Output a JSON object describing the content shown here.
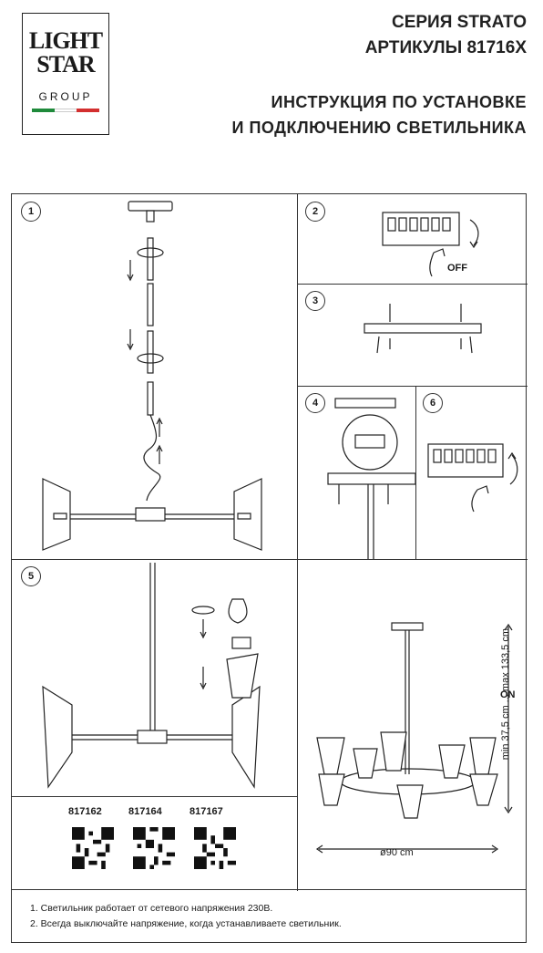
{
  "logo": {
    "line1": "LIGHT",
    "line2": "STAR",
    "line3": "GROUP",
    "flag_colors": [
      "#1f8a3b",
      "#ffffff",
      "#d32f2f"
    ]
  },
  "header": {
    "series": "СЕРИЯ STRATO",
    "article": "АРТИКУЛЫ 81716X",
    "title_line1": "ИНСТРУКЦИЯ ПО УСТАНОВКЕ",
    "title_line2": "И ПОДКЛЮЧЕНИЮ СВЕТИЛЬНИКА"
  },
  "steps": {
    "s1": "1",
    "s2": "2",
    "s3": "3",
    "s4": "4",
    "s5": "5",
    "s6": "6",
    "off_label": "OFF",
    "on_label": "ON"
  },
  "dimensions": {
    "height": "min 37,5 cm ... max 133,5 cm",
    "diameter": "ø90 cm"
  },
  "codes": [
    "817162",
    "817164",
    "817167"
  ],
  "notes": [
    "1. Светильник работает от сетевого напряжения 230В.",
    "2. Всегда выключайте напряжение, когда устанавливаете светильник."
  ]
}
